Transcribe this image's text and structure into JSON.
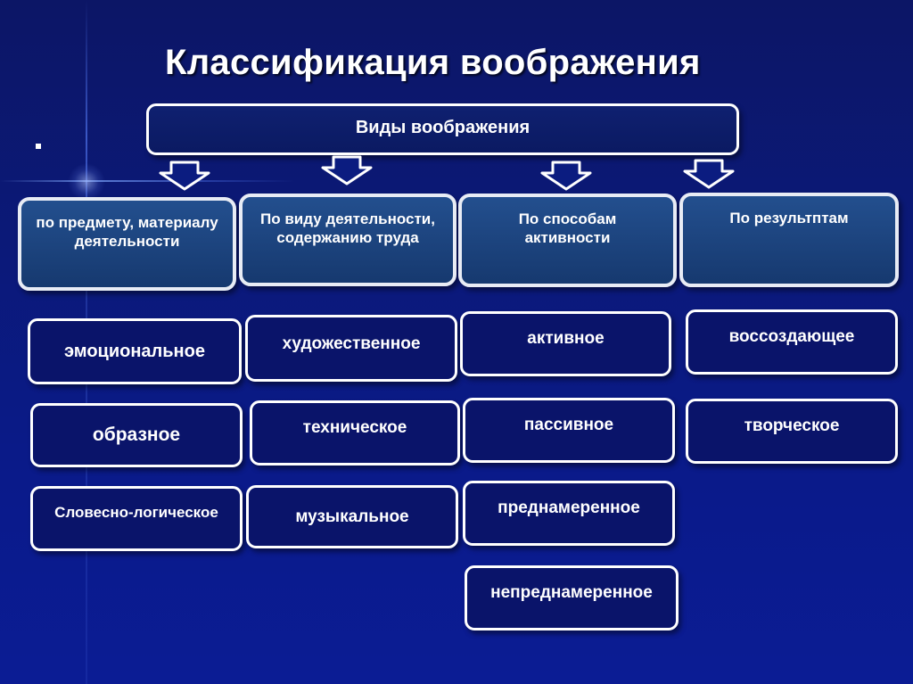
{
  "title": "Классификация воображения",
  "root": {
    "label": "Виды воображения"
  },
  "categories": [
    {
      "label": "по предмету, материалу деятельности",
      "items": [
        "эмоциональное",
        "образное",
        "Словесно-логическое"
      ]
    },
    {
      "label": "По виду деятельности, содержанию труда",
      "items": [
        "художественное",
        "техническое",
        "музыкальное"
      ]
    },
    {
      "label": "По способам активности",
      "items": [
        "активное",
        "пассивное",
        "преднамеренное",
        "непреднамеренное"
      ]
    },
    {
      "label": "По результптам",
      "items": [
        "воссоздающее",
        "творческое"
      ]
    }
  ],
  "colors": {
    "background": "#0b1978",
    "box_fill": "#0a146a",
    "header_fill": "#1e4584",
    "border": "#ffffff"
  }
}
